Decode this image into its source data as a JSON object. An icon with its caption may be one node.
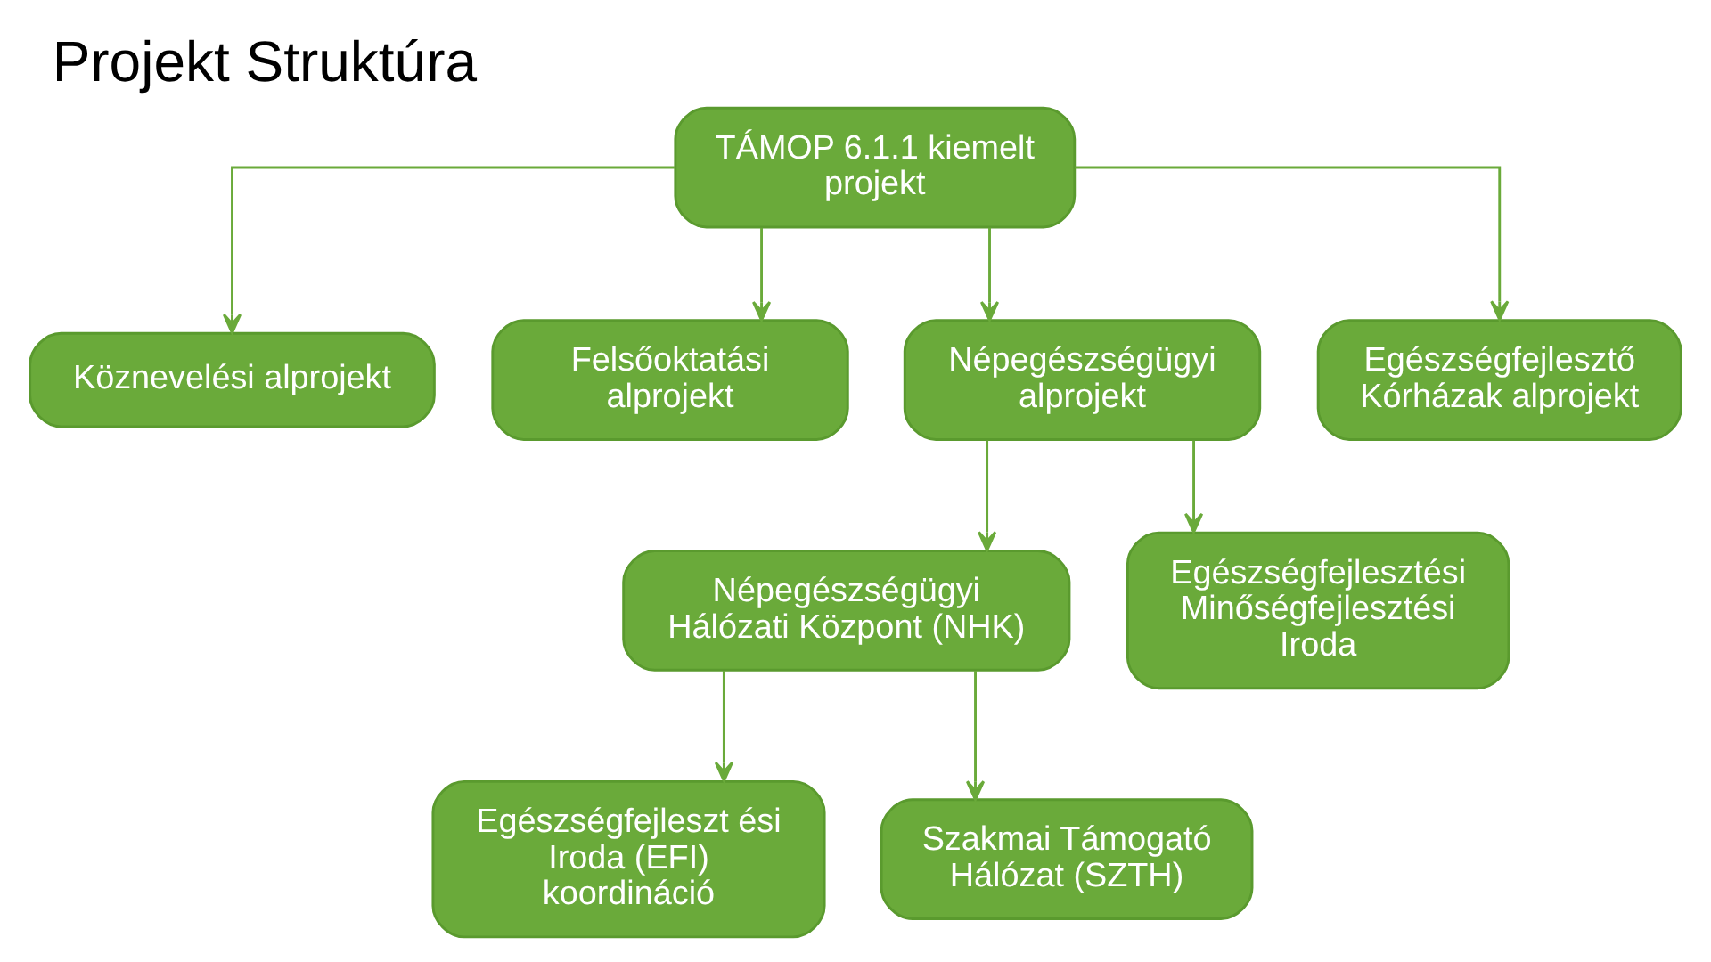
{
  "diagram": {
    "title": "Projekt Struktúra",
    "nodes": [
      {
        "text": [
          "TÁMOP 6.1.1 kiemelt projekt"
        ]
      },
      {
        "text": [
          "Köznevelési alprojekt"
        ]
      },
      {
        "text": [
          "Felsőoktatási alprojekt"
        ]
      },
      {
        "text": [
          "Népegészségügyi alprojekt"
        ]
      },
      {
        "text": [
          "Egészségfejlesztő Kórházak alprojekt"
        ]
      },
      {
        "text": [
          "Népegészségügyi Hálózati Központ (NHK)"
        ]
      },
      {
        "text": [
          "Egészségfejlesztési Minőségfejlesztési Iroda"
        ]
      },
      {
        "text": [
          "Egészségfejleszt ési Iroda (EFI) koordináció"
        ]
      },
      {
        "text": [
          "Szakmai Támogató Hálózat (SZTH)"
        ]
      }
    ],
    "edges": [
      {
        "from": 0,
        "to": 1,
        "arrow": "to"
      },
      {
        "from": 0,
        "to": 2,
        "arrow": "to"
      },
      {
        "from": 0,
        "to": 3,
        "arrow": "to"
      },
      {
        "from": 0,
        "to": 4,
        "arrow": "to"
      },
      {
        "from": 3,
        "to": 5,
        "arrow": "to"
      },
      {
        "from": 3,
        "to": 6,
        "arrow": "to"
      },
      {
        "from": 5,
        "to": 7,
        "arrow": "to"
      },
      {
        "from": 5,
        "to": 8,
        "arrow": "to"
      }
    ]
  }
}
